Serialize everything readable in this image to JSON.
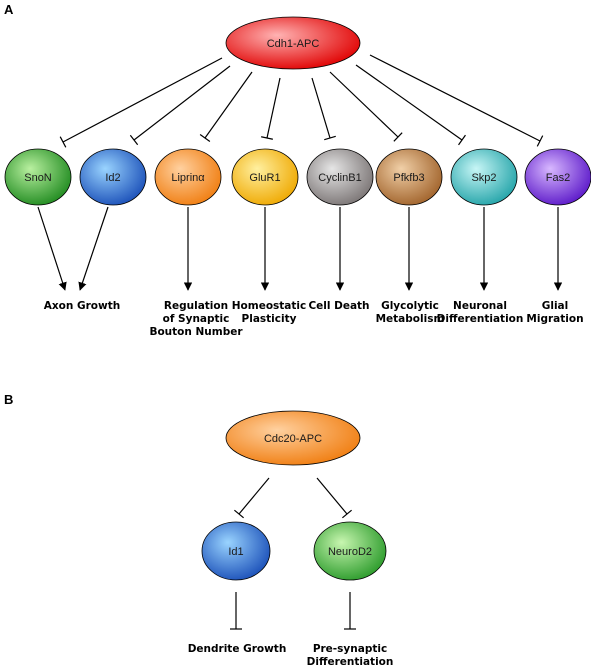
{
  "panels": {
    "a": {
      "label": "A",
      "hub": {
        "label": "Cdh1-APC",
        "color_light": "#ffb3b3",
        "color_dark": "#e00000"
      },
      "targets": [
        {
          "id": "snon",
          "label": "SnoN",
          "color_light": "#b9f0a0",
          "color_dark": "#1f8a1f"
        },
        {
          "id": "id2",
          "label": "Id2",
          "color_light": "#9ad4ff",
          "color_dark": "#1a4fb8"
        },
        {
          "id": "liprin",
          "label": "Liprinα",
          "color_light": "#ffd1a0",
          "color_dark": "#f07d10"
        },
        {
          "id": "glur1",
          "label": "GluR1",
          "color_light": "#fff0a0",
          "color_dark": "#efa800"
        },
        {
          "id": "cyclinb1",
          "label": "CyclinB1",
          "color_light": "#e6e6e6",
          "color_dark": "#7a7474"
        },
        {
          "id": "pfkfb3",
          "label": "Pfkfb3",
          "color_light": "#f1d0a8",
          "color_dark": "#a0622a"
        },
        {
          "id": "skp2",
          "label": "Skp2",
          "color_light": "#c8f6f6",
          "color_dark": "#22a3a8"
        },
        {
          "id": "fas2",
          "label": "Fas2",
          "color_light": "#d8b8ff",
          "color_dark": "#5a17c8"
        }
      ],
      "outcomes": [
        {
          "id": "axon",
          "lines": [
            "Axon Growth"
          ]
        },
        {
          "id": "synaptic",
          "lines": [
            "Regulation",
            "of Synaptic",
            "Bouton Number"
          ]
        },
        {
          "id": "homeo",
          "lines": [
            "Homeostatic",
            "Plasticity"
          ]
        },
        {
          "id": "death",
          "lines": [
            "Cell Death"
          ]
        },
        {
          "id": "glyco",
          "lines": [
            "Glycolytic",
            "Metabolism"
          ]
        },
        {
          "id": "neuronal",
          "lines": [
            "Neuronal",
            "Differentiation"
          ]
        },
        {
          "id": "glial",
          "lines": [
            "Glial",
            "Migration"
          ]
        }
      ]
    },
    "b": {
      "label": "B",
      "hub": {
        "label": "Cdc20-APC",
        "color_light": "#ffd1a0",
        "color_dark": "#f07d10"
      },
      "targets": [
        {
          "id": "id1",
          "label": "Id1",
          "color_light": "#9ad4ff",
          "color_dark": "#1a4fb8"
        },
        {
          "id": "neurod2",
          "label": "NeuroD2",
          "color_light": "#c8f6b0",
          "color_dark": "#2a9a2a"
        }
      ],
      "outcomes": [
        {
          "id": "dendrite",
          "lines": [
            "Dendrite Growth"
          ]
        },
        {
          "id": "presyn",
          "lines": [
            "Pre-synaptic",
            "Differentiation"
          ]
        }
      ]
    }
  }
}
